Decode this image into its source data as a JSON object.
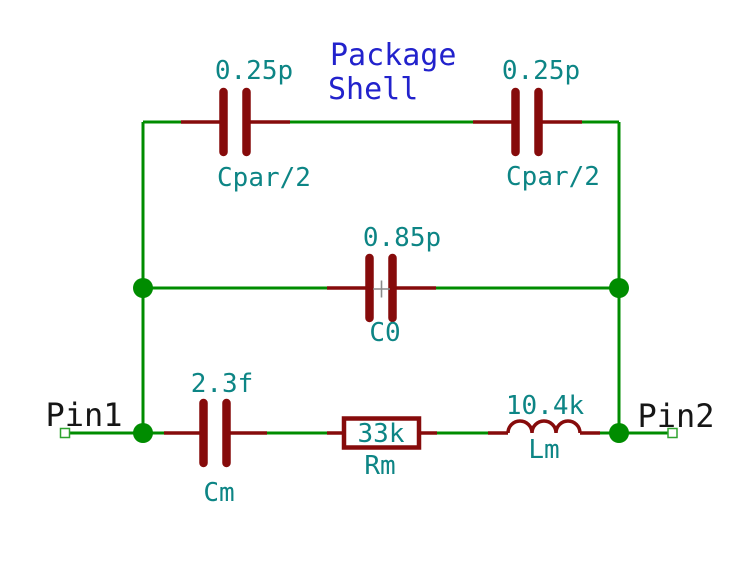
{
  "title": {
    "line1": "Package",
    "line2": "Shell"
  },
  "pins": {
    "pin1": {
      "label": "Pin1"
    },
    "pin2": {
      "label": "Pin2"
    }
  },
  "components": {
    "cpar_left": {
      "type": "capacitor",
      "value": "0.25p",
      "ref": "Cpar/2"
    },
    "cpar_right": {
      "type": "capacitor",
      "value": "0.25p",
      "ref": "Cpar/2"
    },
    "c0": {
      "type": "capacitor",
      "value": "0.85p",
      "ref": "C0"
    },
    "cm": {
      "type": "capacitor",
      "value": "2.3f",
      "ref": "Cm"
    },
    "rm": {
      "type": "resistor",
      "value": "33k",
      "ref": "Rm"
    },
    "lm": {
      "type": "inductor",
      "value": "10.4k",
      "ref": "Lm"
    }
  },
  "colors": {
    "wire_green": "#008C00",
    "symbol_red": "#860B0B",
    "field_teal": "#0D8585",
    "note_blue": "#2222CC",
    "pin_black": "#161616",
    "anchor_gray": "#8A8A8A",
    "pin_end_green": "#2FA32F"
  }
}
